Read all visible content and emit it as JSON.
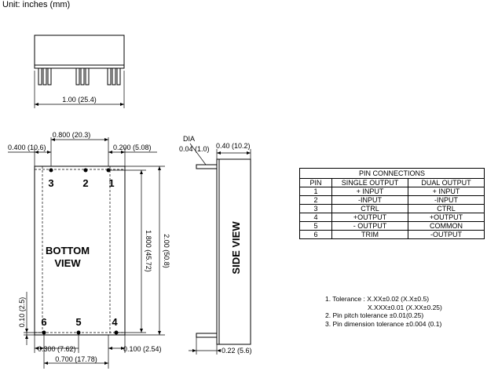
{
  "unit_label": "Unit: inches (mm)",
  "top_view": {
    "width_dim": "1.00 (25.4)"
  },
  "bottom_view": {
    "label_line1": "BOTTOM",
    "label_line2": "VIEW",
    "dim_top": "0.800 (20.3)",
    "dim_left": "0.400 (10.6)",
    "dim_right": "0.200 (5.08)",
    "dim_height_inner": "1.800 (45.72)",
    "dim_height_total": "2.00 (50.8)",
    "dim_left_vertical": "0.10 (2.5)",
    "dim_bottom_left": "0.300 (7.62)",
    "dim_bottom_right": "0.100 (2.54)",
    "dim_bottom_total": "0.700 (17.78)",
    "pins_top": [
      "3",
      "2",
      "1"
    ],
    "pins_bottom": [
      "6",
      "5",
      "4"
    ]
  },
  "side_view": {
    "label": "SIDE VIEW",
    "dia_label": "DIA",
    "dia_value": "0.04 (1.0)",
    "dim_depth": "0.40 (10.2)",
    "dim_pin_length": "0.22 (5.6)"
  },
  "pin_table": {
    "title": "PIN CONNECTIONS",
    "headers": [
      "PIN",
      "SINGLE OUTPUT",
      "DUAL OUTPUT"
    ],
    "rows": [
      [
        "1",
        "+ INPUT",
        "+ INPUT"
      ],
      [
        "2",
        "-INPUT",
        "-INPUT"
      ],
      [
        "3",
        "CTRL",
        "CTRL"
      ],
      [
        "4",
        "+OUTPUT",
        "+OUTPUT"
      ],
      [
        "5",
        "- OUTPUT",
        "COMMON"
      ],
      [
        "6",
        "TRIM",
        "-OUTPUT"
      ]
    ]
  },
  "notes": [
    "1. Tolerance : X.XX±0.02 (X.X±0.5)",
    "X.XXX±0.01 (X.XX±0.25)",
    "2. Pin pitch tolerance ±0.01(0.25)",
    "3. Pin dimension tolerance ±0.004 (0.1)"
  ]
}
